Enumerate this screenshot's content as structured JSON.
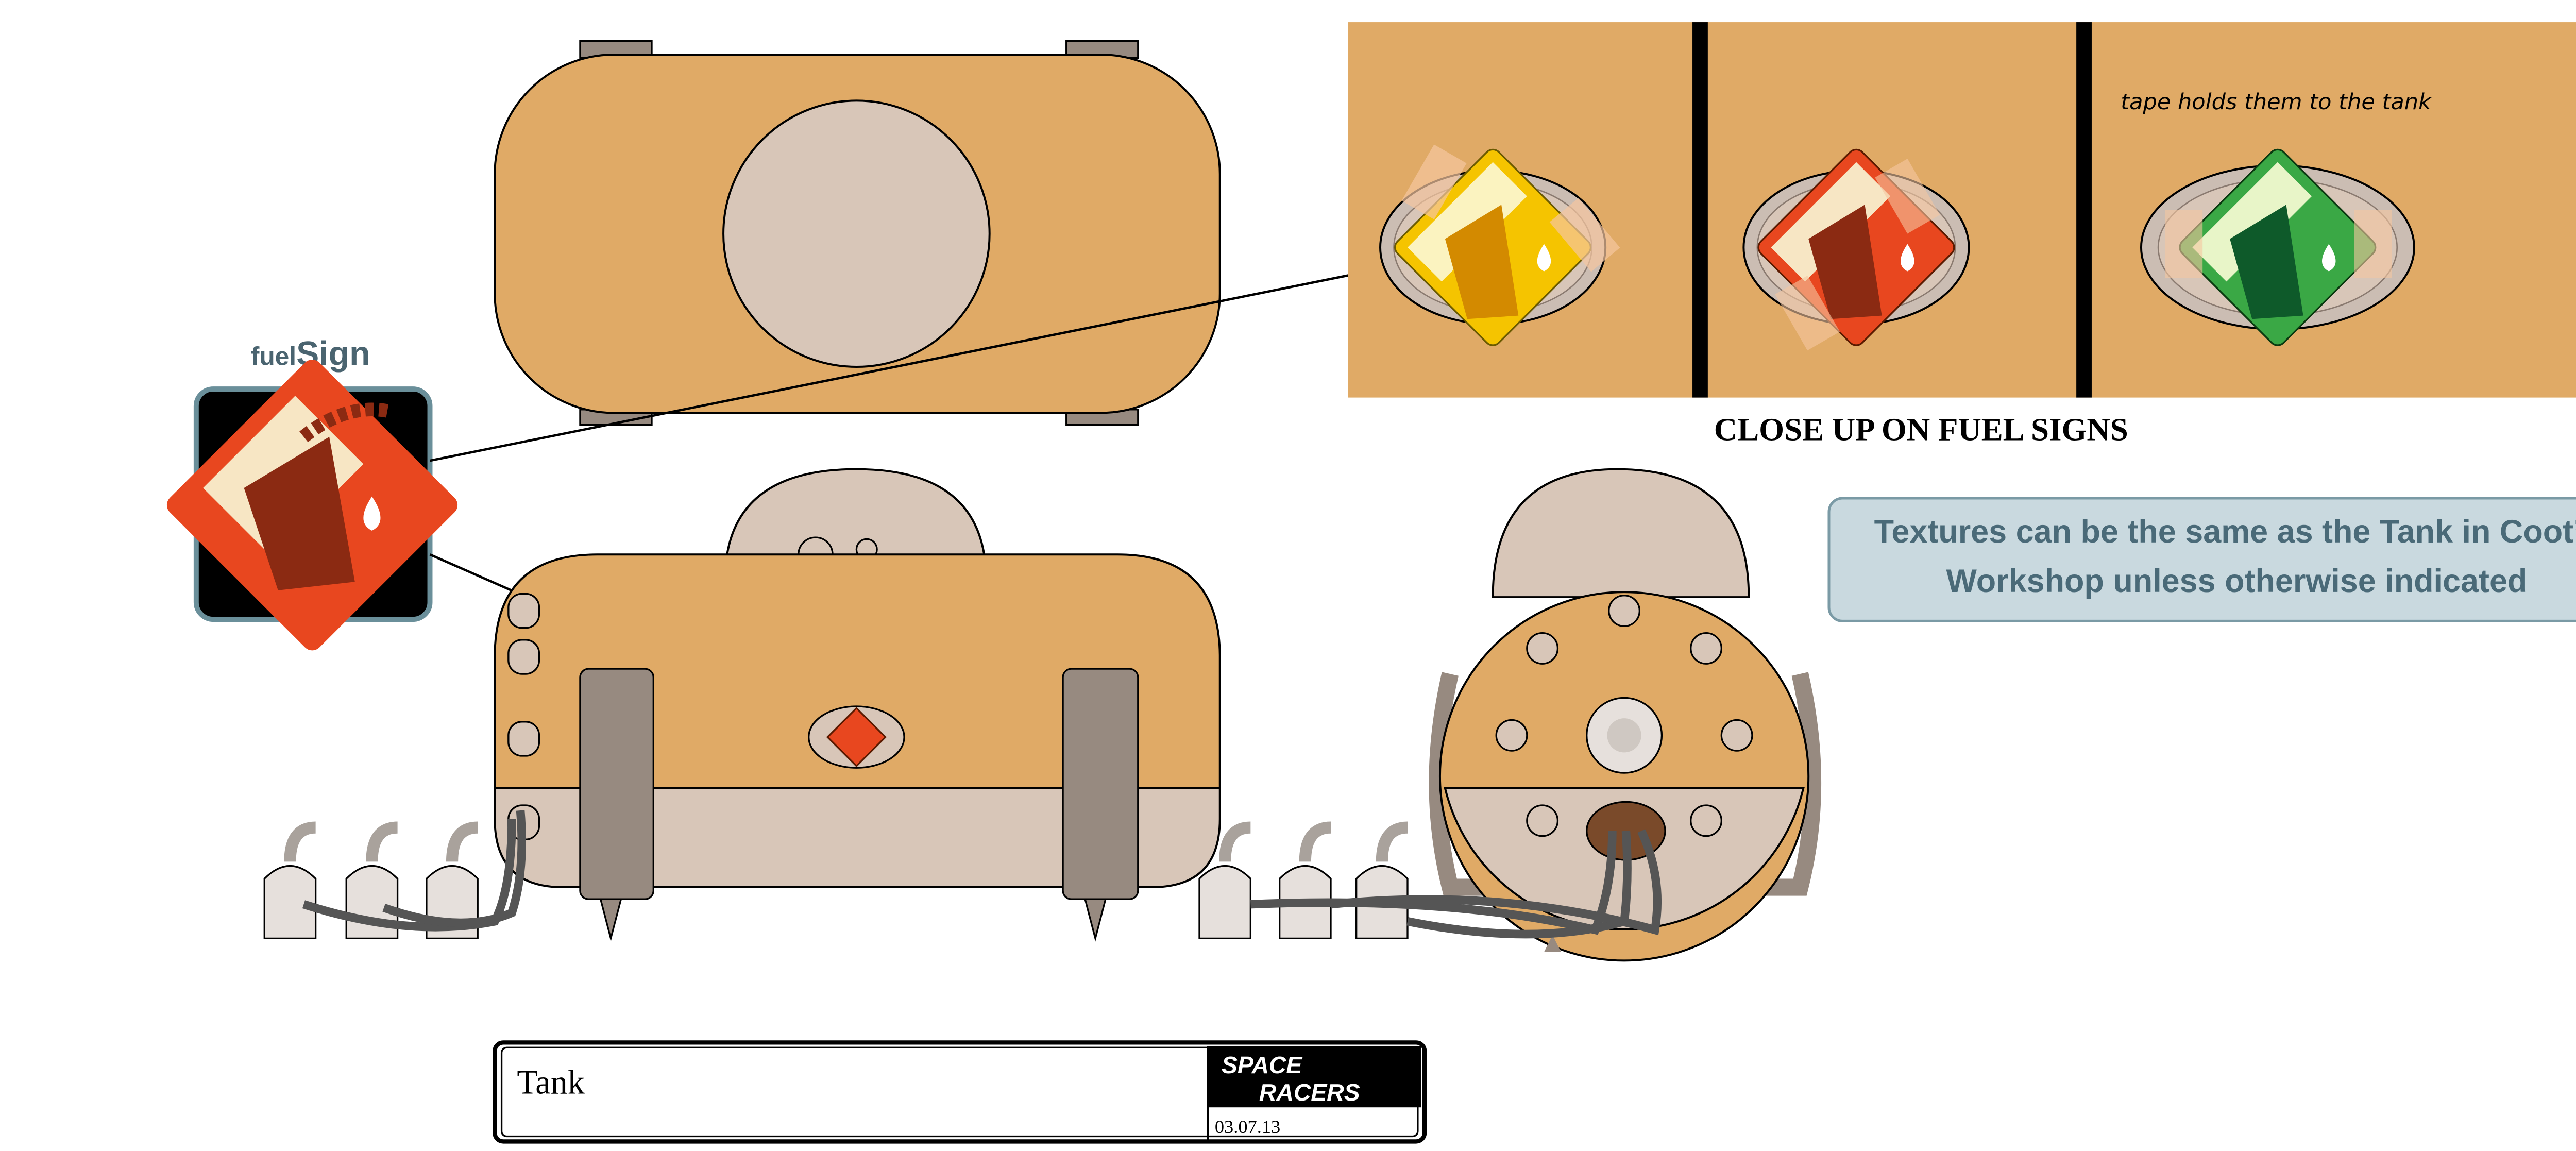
{
  "sheet": {
    "title": "Tank",
    "date": "03.07.13",
    "logo_text": [
      "SPACE",
      "RACERS"
    ]
  },
  "fuel_sign": {
    "label_prefix": "fuel",
    "label_suffix": "Sign"
  },
  "closeup": {
    "caption": "CLOSE UP ON FUEL SIGNS",
    "handwritten_note": "tape holds them to the tank",
    "variants": [
      {
        "name": "yellow",
        "color": "#f5c400"
      },
      {
        "name": "red",
        "color": "#e8471f"
      },
      {
        "name": "green",
        "color": "#3aa845"
      }
    ]
  },
  "note": {
    "line1": "Textures can be the same as the Tank in Coot’s",
    "line2": "Workshop unless otherwise indicated"
  },
  "colors": {
    "tank_orange": "#e0aa66",
    "tank_beige": "#d8c6b8",
    "strap_gray": "#978a80",
    "note_bg": "#c9d9df",
    "note_text": "#4a6a78"
  }
}
